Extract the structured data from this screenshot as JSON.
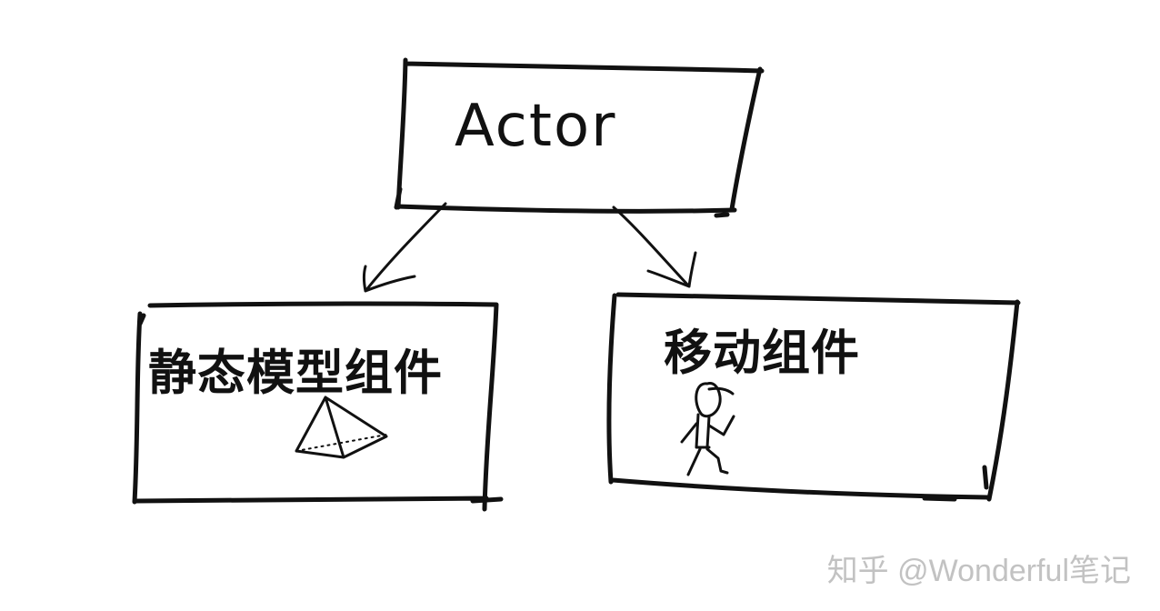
{
  "diagram": {
    "root": {
      "label": "Actor"
    },
    "children": [
      {
        "label": "静态模型组件",
        "icon": "pyramid-icon"
      },
      {
        "label": "移动组件",
        "icon": "running-figure-icon"
      }
    ]
  },
  "watermark": "知乎 @Wonderful笔记"
}
